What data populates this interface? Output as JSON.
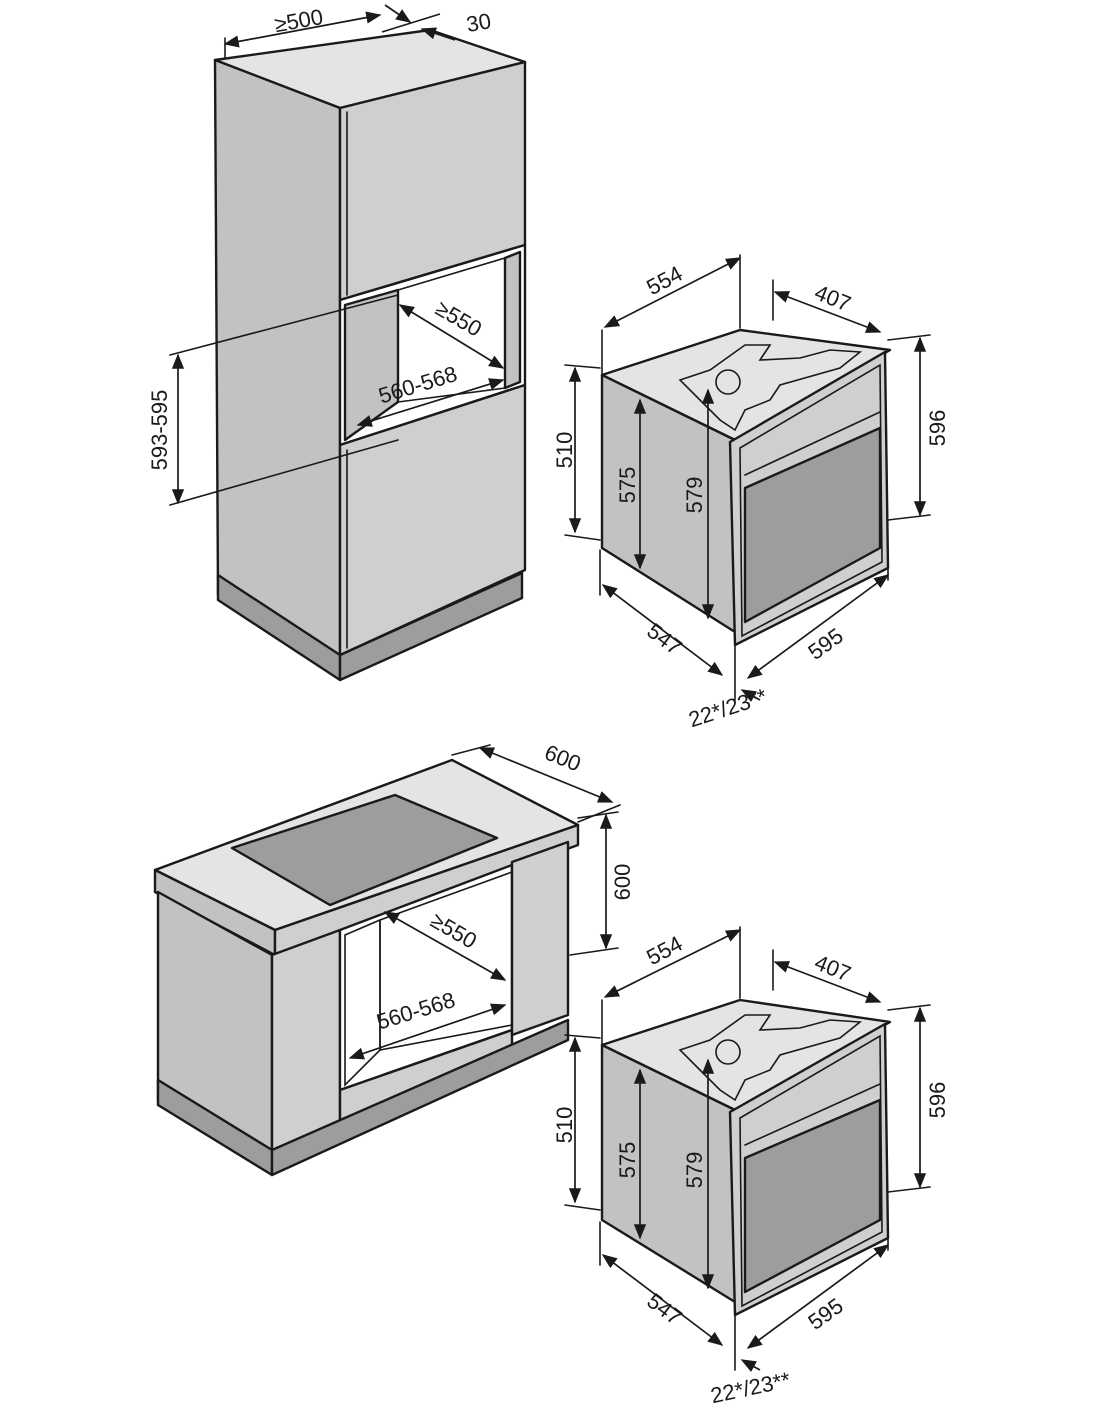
{
  "upper_cabinet": {
    "dim_depth": "≥500",
    "dim_gap": "30",
    "dim_niche_height": "593-595",
    "dim_niche_depth": "≥550",
    "dim_niche_width": "560-568"
  },
  "upper_oven": {
    "dim_width_top": "554",
    "dim_depth_top": "407",
    "dim_side_height": "510",
    "dim_inner_height": "575",
    "dim_front_height": "579",
    "dim_total_height": "596",
    "dim_body_depth": "547",
    "dim_total_width": "595",
    "dim_panel_thickness": "22*/23**"
  },
  "lower_cabinet": {
    "dim_counter_depth": "600",
    "dim_counter_height": "600",
    "dim_niche_depth": "≥550",
    "dim_niche_width": "560-568"
  },
  "lower_oven": {
    "dim_width_top": "554",
    "dim_depth_top": "407",
    "dim_side_height": "510",
    "dim_inner_height": "575",
    "dim_front_height": "579",
    "dim_total_height": "596",
    "dim_body_depth": "547",
    "dim_total_width": "595",
    "dim_panel_thickness": "22*/23**"
  },
  "colors": {
    "line": "#1a1a1a",
    "panel": "#c8c8c8",
    "background": "#ffffff"
  }
}
